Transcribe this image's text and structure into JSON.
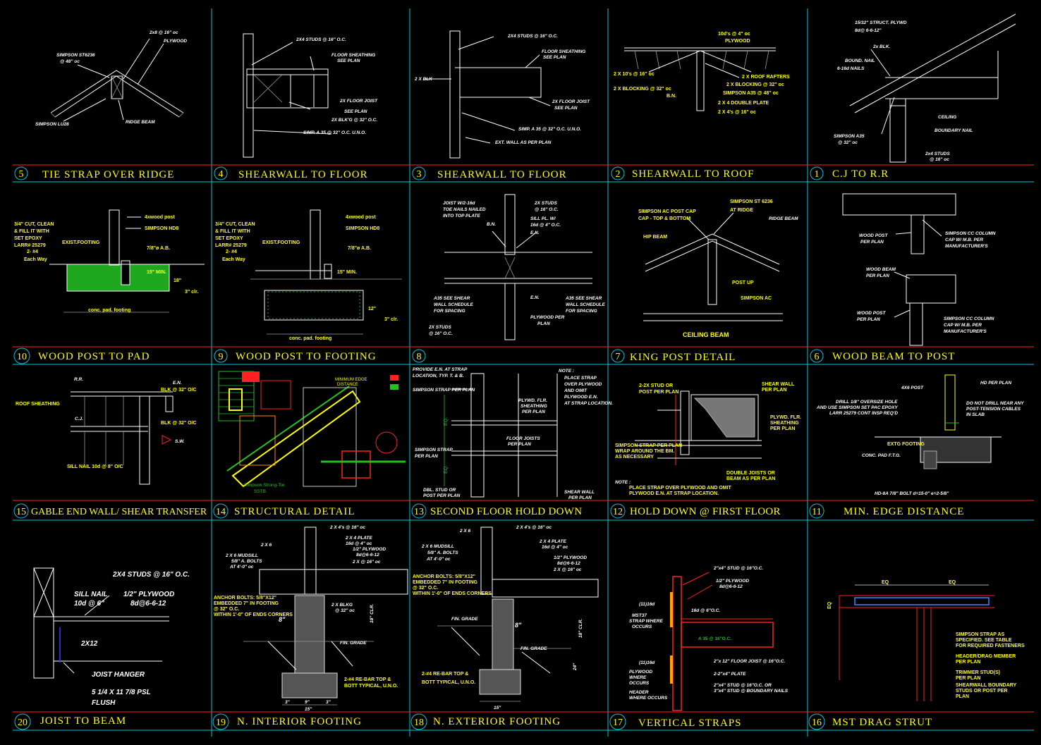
{
  "panels": [
    {
      "id": "p5",
      "number": "5",
      "title": "TIE STRAP OVER RIDGE",
      "labels": [
        "2x8 @ 16\" oc",
        "PLYWOOD",
        "SIMPSON ST6236",
        "@ 48\" oc",
        "SIMPSON LU28",
        "RIDGE BEAM"
      ]
    },
    {
      "id": "p4",
      "number": "4",
      "title": "SHEARWALL TO FLOOR",
      "labels": [
        "2X4 STUDS @ 16\" O.C.",
        "FLOOR SHEATHING",
        "SEE PLAN",
        "2X FLOOR JOIST",
        "SEE PLAN",
        "2X BLK'G @ 32\" O.C.",
        "SIMP. A 35 @ 32\" O.C. U.N.O."
      ]
    },
    {
      "id": "p3",
      "number": "3",
      "title": "SHEARWALL TO FLOOR",
      "labels": [
        "2X4 STUDS @ 16\" O.C.",
        "FLOOR SHEATHING",
        "SEE PLAN",
        "2 X BLK",
        "2X FLOOR JOIST",
        "SEE PLAN",
        "SIMP. A 35 @ 32\" O.C. U.N.O.",
        "EXT. WALL AS PER PLAN"
      ]
    },
    {
      "id": "p2",
      "number": "2",
      "title": "SHEARWALL TO ROOF",
      "labels": [
        "10d's @ 4\" oc",
        "PLYWOOD",
        "2 X 10's @ 16\" oc",
        "2 X  ROOF RAFTERS",
        "2 X BLOCKING @ 32\" oc",
        "2 X BLOCKING @ 32\" oc",
        "B.N.",
        "SIMPSON A35 @ 48\" oc",
        "2 X 4 DOUBLE PLATE",
        "2 X 4's @ 16\" oc"
      ]
    },
    {
      "id": "p1",
      "number": "1",
      "title": "C.J  TO  R.R",
      "labels": [
        "15/32\" STRUCT. PLYWD",
        "8d@ 6-6-12\"",
        "2x BLK.",
        "BOUND. NAIL",
        "6-16d NAILS",
        "CEILING",
        "BOUNDARY NAIL",
        "SIMPSON A35",
        "@ 32\" oc",
        "2x4 STUDS",
        "@ 16\" oc"
      ]
    },
    {
      "id": "p10",
      "number": "10",
      "title": "WOOD POST TO PAD",
      "labels": [
        "4xwood post",
        "SIMPSON HD8",
        "3/4\" CUT, CLEAN",
        "& FILL IT WITH",
        "SET EPOXY",
        "LARR# 25279",
        "2- #4",
        "Each Way",
        "EXIST.FOOTING",
        "7/8\"ø A.B.",
        "15\" MIN.",
        "18\"",
        "3\" clr.",
        "conc. pad. footing"
      ]
    },
    {
      "id": "p9",
      "number": "9",
      "title": "WOOD POST TO FOOTING",
      "labels": [
        "4xwood post",
        "SIMPSON HD8",
        "3/4\" CUT, CLEAN",
        "& FILL IT WITH",
        "SET EPOXY",
        "LARR# 25279",
        "2- #4",
        "Each Way",
        "EXIST.FOOTING",
        "7/8\"ø A.B.",
        "15\" MIN.",
        "12\"",
        "3\" clr.",
        "conc. pad. footing"
      ]
    },
    {
      "id": "p8",
      "number": "8",
      "title": "",
      "labels": [
        "JOIST W/2-16d",
        "TOE NAILS NAILED",
        "INTO TOP PLATE",
        "2X STUDS",
        "@ 16\" O.C.",
        "SILL PL. W/",
        "16d @ 4\" O.C.",
        "B.N.",
        "E.N.",
        "A35 SEE SHEAR",
        "WALL SCHEDULE",
        "FOR SPACING",
        "A35 SEE SHEAR",
        "WALL SCHEDULE",
        "FOR SPACING",
        "E.N.",
        "PLYWOOD PER",
        "PLAN",
        "2X STUDS",
        "@ 16\" O.C."
      ]
    },
    {
      "id": "p7",
      "number": "7",
      "title": "KING POST DETAIL",
      "labels": [
        "SIMPSON ST 6236",
        "AT RIDGE",
        "SIMPSON AC POST CAP",
        "CAP - TOP & BOTTOM",
        "RIDGE BEAM",
        "HIP BEAM",
        "POST UP",
        "SIMPSON AC",
        "CEILING BEAM"
      ]
    },
    {
      "id": "p6",
      "number": "6",
      "title": "WOOD BEAM TO POST",
      "labels": [
        "WOOD POST",
        "PER PLAN",
        "SIMPSON CC COLUMN",
        "CAP W/ M.B. PER",
        "MANUFACTURER'S",
        "WOOD BEAM",
        "PER PLAN",
        "WOOD POST",
        "PER PLAN",
        "SIMPSON CC COLUMN",
        "CAP W/ M.B. PER",
        "MANUFACTURER'S"
      ]
    },
    {
      "id": "p15",
      "number": "15",
      "title": "GABLE END WALL/ SHEAR TRANSFER",
      "labels": [
        "BLK @ 32\" O/C",
        "R.R.",
        "E.N.",
        "ROOF SHEATHING",
        "C.J.",
        "BLK @ 32\" O/C",
        "S.W.",
        "SILL NAIL 10d @ 8\" O/C"
      ]
    },
    {
      "id": "p14",
      "number": "14",
      "title": "STRUCTURAL DETAIL",
      "labels": [
        "MINIMUM EDGE",
        "DISTANCE",
        "Simpson Strong-Tie",
        "SSTB"
      ]
    },
    {
      "id": "p13",
      "number": "13",
      "title": "SECOND FLOOR HOLD DOWN",
      "labels": [
        "PROVIDE E.N. AT STRAP",
        "LOCATION, TYP. T. & B.",
        "SIMPSON STRAP PER PLAN",
        "NOTE :",
        "PLACE STRAP",
        "OVER PLYWOOD",
        "AND OMIT",
        "PLYWOOD E.N.",
        "AT STRAP LOCATION.",
        "PLYWD. FLR.",
        "SHEATHING",
        "PER PLAN",
        "FLOOR JOISTS",
        "PER PLAN",
        "EQ.",
        "EQ.",
        "SIMPSON STRAP",
        "PER PLAN",
        "DBL. STUD OR",
        "POST PER PLAN",
        "SHEAR WALL",
        "PER PLAN"
      ]
    },
    {
      "id": "p12",
      "number": "12",
      "title": "HOLD DOWN @ FIRST FLOOR",
      "labels": [
        "2-2X STUD OR",
        "POST PER PLAN",
        "SHEAR WALL",
        "PER PLAN",
        "PLYWD. FLR.",
        "SHEATHING",
        "PER PLAN",
        "SIMPSON STRAP PER PLAN",
        "WRAP AROUND THE BM.",
        "AS NECESSARY",
        "DOUBLE JOISTS OR",
        "BEAM AS PER PLAN",
        "NOTE :",
        "PLACE STRAP OVER PLYWOOD AND OMIT",
        "PLYWOOD E.N. AT STRAP LOCATION."
      ]
    },
    {
      "id": "p11",
      "number": "11",
      "title": "MIN. EDGE DISTANCE",
      "labels": [
        "4X6 POST",
        "HD PER PLAN",
        "DRILL 1/8\" OVERSIZE HOLE",
        "AND USE SIMPSON SET PAC EPOXY",
        "LARR 25279 CONT INSP REQ'D",
        "DO NOT DRILL NEAR ANY",
        "POST-TENSION CABLES",
        "IN SLAB",
        "EXTG FOOTING",
        "CONC. PAD F.T.G.",
        "HD-8A  7/8\" BOLT  d=15-0\"  e=2-5/8\""
      ]
    },
    {
      "id": "p20",
      "number": "20",
      "title": "JOIST TO BEAM",
      "labels": [
        "2X4 STUDS @ 16\" O.C.",
        "SILL NAIL",
        "10d @ 6\"",
        "1/2\" PLYWOOD",
        "8d@6-6-12",
        "2X12",
        "JOIST HANGER",
        "5 1/4 X 11 7/8 PSL",
        "FLUSH"
      ]
    },
    {
      "id": "p19",
      "number": "19",
      "title": "N. INTERIOR FOOTING",
      "labels": [
        "2 X 4's @ 16\" oc",
        "2 X 6",
        "2 X 4 PLATE",
        "16d @ 4\" oc",
        "2 X 6 MUDSILL",
        "5/8\" A. BOLTS",
        "AT 4'-0\" oc",
        "1/2\" PLYWOOD",
        "8d@6-6-12",
        "2 X  @ 16\" oc",
        "ANCHOR BOLTS: 5/8\"X12\"",
        "EMBEDDED 7\" IN FOOTING",
        "@ 32\" O.C.",
        "WITHIN 1'-0\" OF ENDS CORNERS",
        "2 X BLKG",
        "@ 32\" oc",
        "8\"",
        "18\" CLR.",
        "FIN. GRADE",
        "2-#4 RE-BAR TOP &",
        "BOTT TYPICAL, U.N.O.",
        "3\"",
        "9\"",
        "3\"",
        "15\""
      ]
    },
    {
      "id": "p18",
      "number": "18",
      "title": "N. EXTERIOR FOOTING",
      "labels": [
        "2 X 6",
        "2 X 4's @ 16\" oc",
        "2 X 4 PLATE",
        "16d @ 4\" oc",
        "2 X 6 MUDSILL",
        "5/8\" A. BOLTS",
        "AT 4'-0\" oc",
        "1/2\" PLYWOOD",
        "8d@6-6-12",
        "2 X  @ 16\" oc",
        "ANCHOR BOLTS: 5/8\"X12\"",
        "EMBEDDED 7\" IN FOOTING",
        "@ 32\" O.C.",
        "WITHIN 1'-0\" OF ENDS CORNERS",
        "FIN. GRADE",
        "8\"",
        "18\" CLR.",
        "FIN. GRADE",
        "2-#4 RE-BAR TOP &",
        "BOTT TYPICAL, U.N.O.",
        "24\"",
        "15\""
      ]
    },
    {
      "id": "p17",
      "number": "17",
      "title": "VERTICAL STRAPS",
      "labels": [
        "2\"x4\" STUD @ 16\"O.C.",
        "1/2\" PLYWOOD",
        "8d@6-6-12",
        "(11)16d",
        "16d @ 6\"O.C.",
        "MST37",
        "STRAP WHERE",
        "OCCURS",
        "A 35 @ 16\"O.C.",
        "(11)16d",
        "2\"x 12\" FLOOR JOIST @ 16\"O.C.",
        "2-2\"x4\" PLATE",
        "PLYWOOD",
        "WHERE",
        "OCCURS",
        "HEADER",
        "WHERE OCCURS",
        "2\"x4\" STUD @ 16\"O.C. OR",
        "3\"x4\" STUD @ BOUNDARY NAILS"
      ]
    },
    {
      "id": "p16",
      "number": "16",
      "title": "MST DRAG STRUT",
      "labels": [
        "EQ",
        "EQ",
        "EQ",
        "SIMPSON STRAP AS",
        "SPECIFIED. SEE TABLE",
        "FOR REQUIRED FASTENERS",
        "HEADER/DRAG MEMBER",
        "PER PLAN",
        "TRIMMER STUD(S)",
        "PER PLAN",
        "SHEARWALL BOUNDARY",
        "STUDS OR POST PER",
        "PLAN"
      ]
    }
  ],
  "colors": {
    "grid_vertical": "#00c8d8",
    "grid_horizontal": "#ff2020",
    "title": "#ffff00",
    "label": "#ffffff",
    "background": "#000000"
  }
}
